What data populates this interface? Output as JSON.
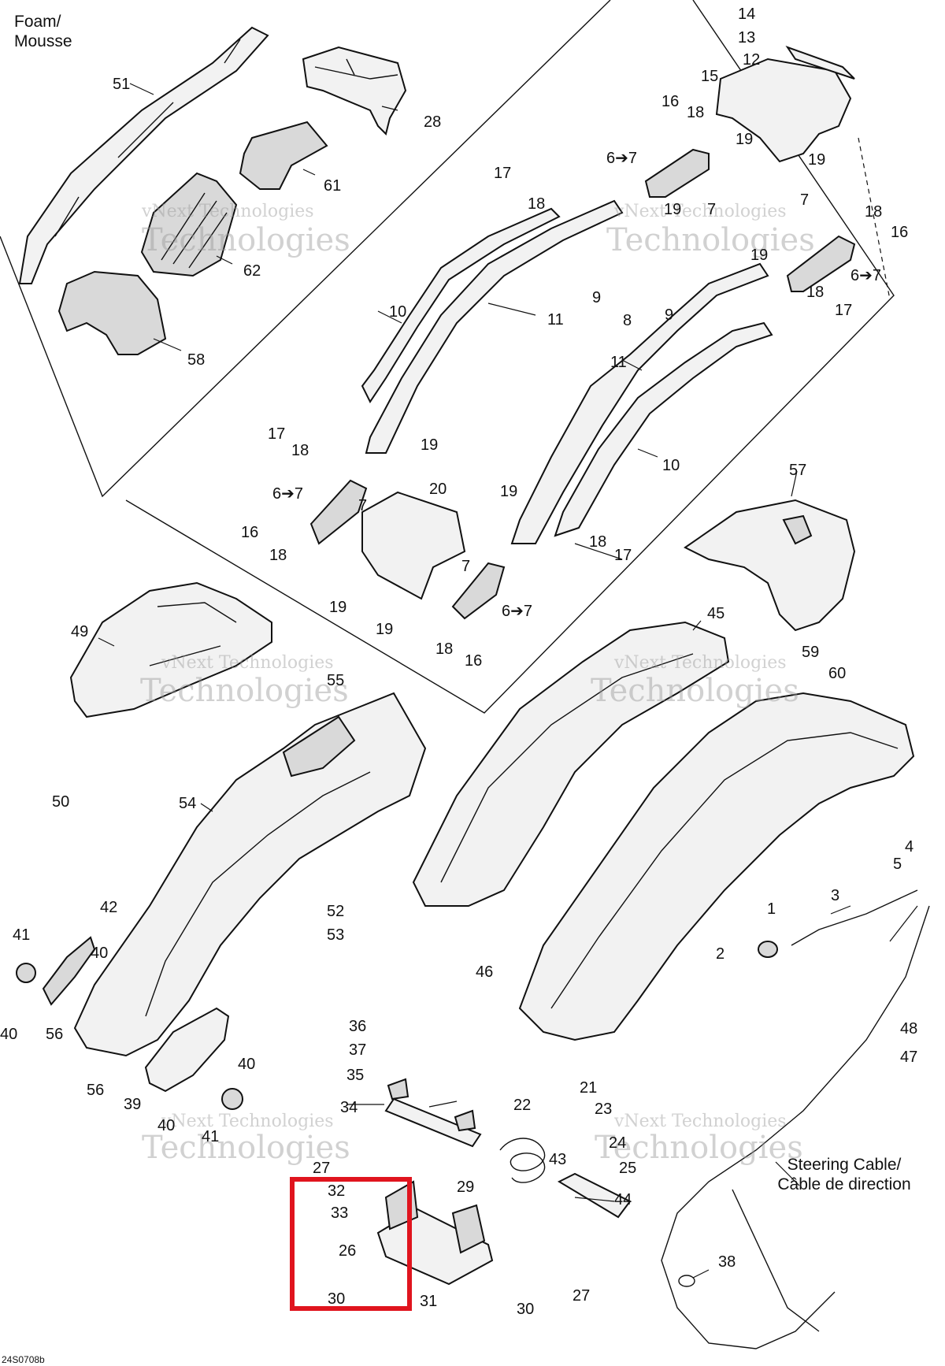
{
  "legend": {
    "foam_en": "Foam/",
    "foam_fr": "Mousse",
    "steering_en": "Steering Cable/",
    "steering_fr": "Câble de direction"
  },
  "watermark": {
    "line1": "vNext Technologies",
    "line2": "Technologies"
  },
  "diagram_code": "24S0708b",
  "highlight": {
    "color": "#e0141e",
    "parts": [
      "32",
      "33",
      "26",
      "30"
    ]
  },
  "callouts": [
    "51",
    "28",
    "61",
    "62",
    "58",
    "14",
    "13",
    "12",
    "15",
    "16",
    "18",
    "19",
    "19",
    "6➔7",
    "7",
    "17",
    "18",
    "19",
    "7",
    "18",
    "16",
    "6➔7",
    "19",
    "9",
    "8",
    "9",
    "18",
    "17",
    "10",
    "11",
    "11",
    "10",
    "17",
    "18",
    "19",
    "6➔7",
    "7",
    "16",
    "18",
    "20",
    "19",
    "19",
    "7",
    "6➔7",
    "18",
    "16",
    "19",
    "18",
    "17",
    "57",
    "59",
    "60",
    "49",
    "55",
    "50",
    "54",
    "52",
    "53",
    "45",
    "46",
    "42",
    "41",
    "40",
    "40",
    "56",
    "56",
    "39",
    "40",
    "40",
    "41",
    "4",
    "5",
    "3",
    "1",
    "2",
    "48",
    "47",
    "36",
    "37",
    "35",
    "34",
    "22",
    "21",
    "23",
    "24",
    "25",
    "27",
    "29",
    "43",
    "44",
    "32",
    "33",
    "26",
    "30",
    "31",
    "30",
    "27",
    "38"
  ]
}
